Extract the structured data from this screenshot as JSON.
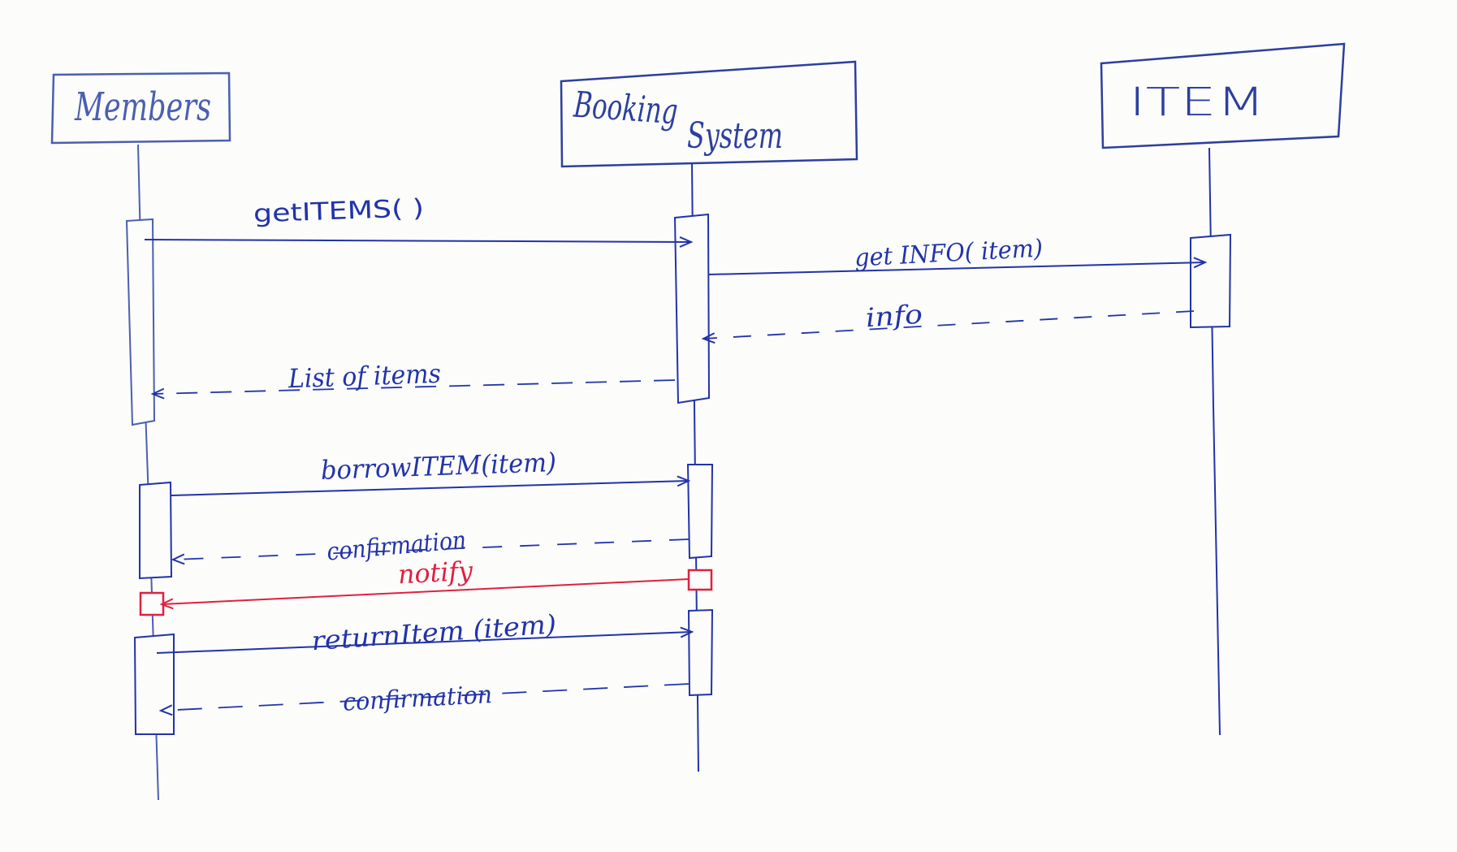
{
  "colors": {
    "paper": "#fcfcfb",
    "ink_box": "#2c3f9e",
    "ink_members_box": "#4a5fb0",
    "ink_blue": "#2233a8",
    "ink_red": "#e0203f"
  },
  "participants": [
    {
      "id": "members",
      "name": "Members"
    },
    {
      "id": "booking",
      "name_line1": "Booking",
      "name_line2": "System"
    },
    {
      "id": "item",
      "name": "ITEM"
    }
  ],
  "messages": [
    {
      "id": "get-items",
      "label": "getITEMS( )",
      "from": "members",
      "to": "booking",
      "kind": "call",
      "color": "blue"
    },
    {
      "id": "get-info",
      "label": "get INFO( item)",
      "from": "booking",
      "to": "item",
      "kind": "call",
      "color": "blue"
    },
    {
      "id": "info-return",
      "label": "info",
      "from": "item",
      "to": "booking",
      "kind": "return",
      "color": "blue"
    },
    {
      "id": "list-return",
      "label": "List of items",
      "from": "booking",
      "to": "members",
      "kind": "return",
      "color": "blue"
    },
    {
      "id": "borrow-item",
      "label": "borrowITEM(item)",
      "from": "members",
      "to": "booking",
      "kind": "call",
      "color": "blue"
    },
    {
      "id": "confirm-1",
      "label": "confirmation",
      "from": "booking",
      "to": "members",
      "kind": "return",
      "color": "blue"
    },
    {
      "id": "notify",
      "label": "notify",
      "from": "booking",
      "to": "members",
      "kind": "signal",
      "color": "red"
    },
    {
      "id": "return-item",
      "label": "returnItem (item)",
      "from": "members",
      "to": "booking",
      "kind": "call",
      "color": "blue"
    },
    {
      "id": "confirm-2",
      "label": "confirmation",
      "from": "booking",
      "to": "members",
      "kind": "return",
      "color": "blue"
    }
  ]
}
